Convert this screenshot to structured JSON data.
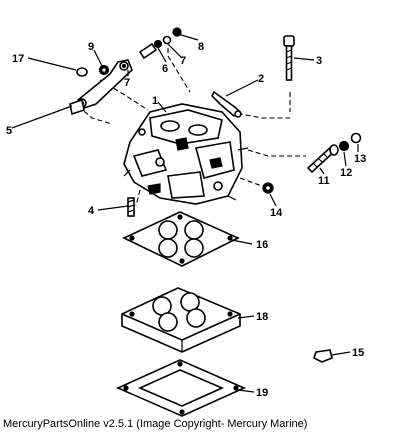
{
  "callouts": {
    "c1": "1",
    "c2": "2",
    "c3": "3",
    "c4": "4",
    "c5": "5",
    "c6": "6",
    "c7a": "7",
    "c7b": "7",
    "c8": "8",
    "c9": "9",
    "c11": "11",
    "c12": "12",
    "c13": "13",
    "c14": "14",
    "c15": "15",
    "c16": "16",
    "c17": "17",
    "c18": "18",
    "c19": "19"
  },
  "footer": {
    "caption": "MercuryPartsOnline v2.5.1 (Image Copyright- Mercury Marine)"
  },
  "colors": {
    "ink": "#000000",
    "paper": "#ffffff"
  }
}
